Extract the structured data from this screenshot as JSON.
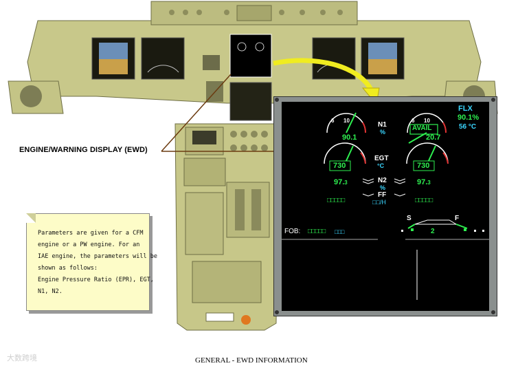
{
  "callout": {
    "label": "ENGINE/WARNING DISPLAY (EWD)"
  },
  "note": {
    "lines": [
      "Parameters are given for a CFM",
      "engine or a PW engine. For an",
      "IAE engine, the parameters will be",
      "shown as follows:",
      "Engine Pressure Ratio (EPR), EGT,",
      "N1, N2."
    ]
  },
  "ewd": {
    "flx": {
      "label": "FLX",
      "value": "90.1%",
      "temp": "56 °C"
    },
    "n1": {
      "label": "N1",
      "unit": "%",
      "left_value": "90.1",
      "right_value": "20.7",
      "right_status": "AVAIL",
      "scale_low": "6",
      "scale_high": "10"
    },
    "egt": {
      "label": "EGT",
      "unit": "°C",
      "left_value": "730",
      "right_value": "730"
    },
    "n2": {
      "label": "N2",
      "unit": "%",
      "left_value_main": "97.",
      "left_value_dec": "3",
      "right_value_main": "97.",
      "right_value_dec": "3"
    },
    "ff": {
      "label": "FF",
      "unit": "□□/H",
      "left_value": "□□□□□",
      "right_value": "□□□□□"
    },
    "fob": {
      "label": "FOB:",
      "value": "□□□□□",
      "unit": "□□□"
    },
    "flaps": {
      "slats_label": "S",
      "flaps_label": "F",
      "position": "2"
    }
  },
  "caption": "GENERAL - EWD INFORMATION",
  "watermark": "大数跨境",
  "colors": {
    "cockpit": "#c9c98a",
    "screen_green": "#2ef050",
    "screen_cyan": "#3ad6ff",
    "callout_line": "#6b3b10",
    "arrow": "#f0ec20"
  }
}
